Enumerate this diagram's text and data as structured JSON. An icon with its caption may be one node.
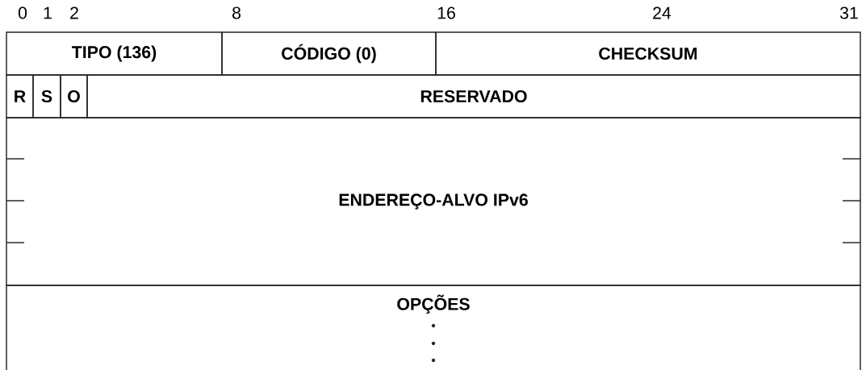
{
  "diagram": {
    "nodes": [
      {
        "text": [
          "TIPO (136)"
        ]
      },
      {
        "text": [
          "CÓDIGO (0)"
        ]
      },
      {
        "text": [
          "CHECKSUM"
        ]
      },
      {
        "text": [
          "R"
        ]
      },
      {
        "text": [
          "S"
        ]
      },
      {
        "text": [
          "O"
        ]
      },
      {
        "text": [
          "RESERVADO"
        ]
      },
      {
        "text": [
          "ENDEREÇO-ALVO IPv6"
        ]
      },
      {
        "text": [
          "OPÇÕES"
        ]
      }
    ],
    "labels": [
      "0",
      "1",
      "2",
      "8",
      "16",
      "24",
      "31"
    ]
  }
}
